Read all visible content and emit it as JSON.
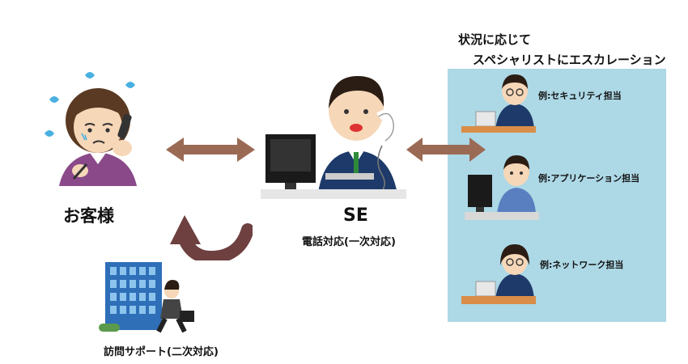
{
  "customer": {
    "label": "お客様"
  },
  "se": {
    "label": "SE",
    "sublabel": "電話対応(一次対応)"
  },
  "visit": {
    "label": "訪問サポート(二次対応)"
  },
  "escalation": {
    "title_line1": "状況に応じて",
    "title_line2": "スペシャリストにエスカレーション",
    "specialists": [
      {
        "label": "例:セキュリティ担当"
      },
      {
        "label": "例:アプリケーション担当"
      },
      {
        "label": "例:ネットワーク担当"
      }
    ]
  },
  "colors": {
    "panel": "#add8e6",
    "arrow": "#9b6a55",
    "return_arrow": "#6e4040"
  }
}
